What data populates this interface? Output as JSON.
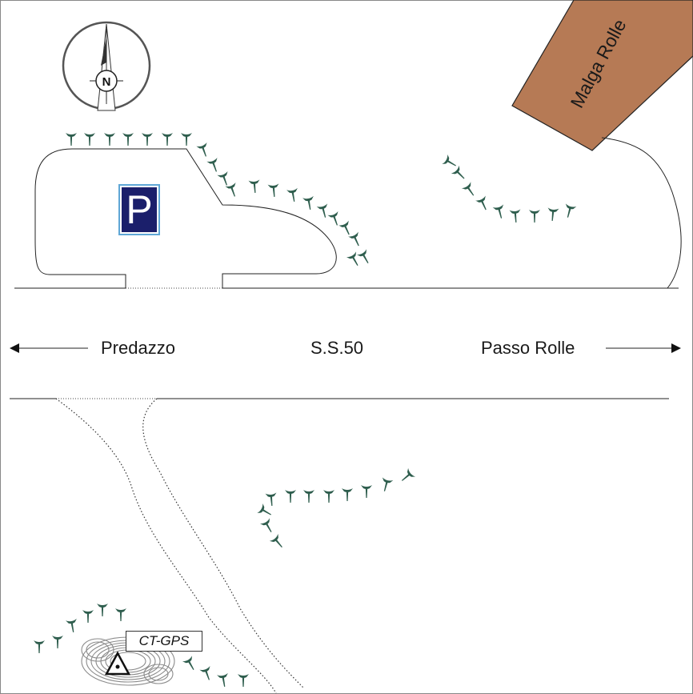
{
  "roads": {
    "west_label": "Predazzo",
    "center_label": "S.S.50",
    "east_label": "Passo Rolle"
  },
  "building": {
    "label": "Malga Rolle",
    "fill_color": "#b67a55"
  },
  "station": {
    "label": "CT-GPS"
  },
  "compass": {
    "north_label": "N"
  },
  "parking": {
    "label": "P",
    "fill_color": "#1b1f6b"
  },
  "tree_color": "#2f5e4e"
}
